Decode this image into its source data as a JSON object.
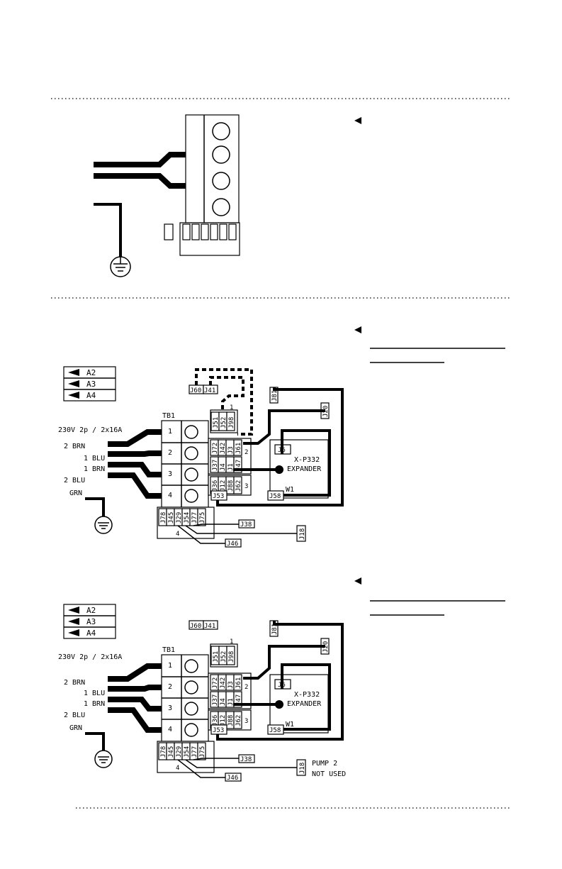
{
  "legend": [
    "A2",
    "A3",
    "A4"
  ],
  "supply_label": "230V 2p / 2x16A",
  "terminal_block_label": "TB1",
  "terminals": [
    "1",
    "2",
    "3",
    "4"
  ],
  "wires": {
    "brn2": "2 BRN",
    "blu1": "1 BLU",
    "brn1": "1 BRN",
    "blu2": "2 BLU",
    "grn": "GRN"
  },
  "expander": {
    "line1": "X-P332",
    "line2": "EXPANDER",
    "wire": "W1",
    "port": "J6"
  },
  "connectors": {
    "top_pair": [
      "J60",
      "J41"
    ],
    "group1_num": "1",
    "group1": [
      "J51",
      "J52",
      "J98"
    ],
    "group2_num": "2",
    "group2": [
      "J72",
      "J42",
      "J3",
      "J61"
    ],
    "group2b": [
      "J37",
      "J4",
      "J1",
      "J47"
    ],
    "group3_num": "3",
    "group3": [
      "J36",
      "J12",
      "J88",
      "J62"
    ],
    "j53": "J53",
    "j58": "J58",
    "j81": "J81",
    "j20": "J20",
    "group4_num": "4",
    "group4": [
      "J78",
      "J45",
      "J29",
      "J54",
      "J77",
      "J75"
    ],
    "j38": "J38",
    "j18": "J18",
    "j46": "J46"
  },
  "pump_note": [
    "PUMP 2",
    "NOT USED"
  ]
}
